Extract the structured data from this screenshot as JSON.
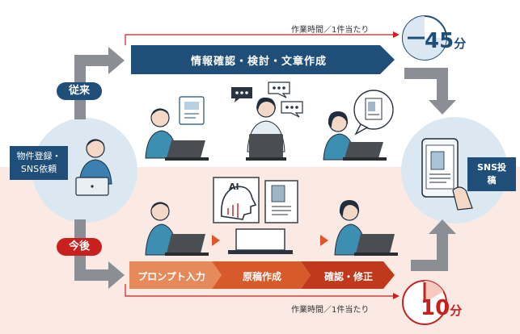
{
  "colors": {
    "navy": "#1f4f78",
    "red": "#c8201e",
    "orange_dark": "#c0391c",
    "orange_mid": "#d75a2b",
    "orange_light": "#e68a5c",
    "gray_arrow": "#8b8f95",
    "pink_bg": "#fbe9e3",
    "circle_bg": "#dce8f1"
  },
  "left_node": {
    "label": "物件登録・\nSNS依頼"
  },
  "right_node": {
    "label": "SNS投稿"
  },
  "before": {
    "tag": "従来",
    "task_band": "情報確認・検討・文章作成",
    "time_caption": "作業時間／1件当たり",
    "time_value": "45",
    "time_unit": "分",
    "clock_fill_fraction": 0.75
  },
  "after": {
    "tag": "今後",
    "steps": [
      "プロンプト入力",
      "原稿作成",
      "確認・修正"
    ],
    "ai_label": "AI",
    "time_caption": "作業時間／1件当たり",
    "time_value": "10",
    "time_unit": "分",
    "clock_fill_fraction": 0.1667
  },
  "icons": {
    "worker_icon": "person-at-laptop",
    "speech_icon": "speech-bubble",
    "document_icon": "building-document",
    "phone_icon": "smartphone-in-hand",
    "ai_head_icon": "ai-head",
    "pc_icon": "desktop-computer"
  }
}
